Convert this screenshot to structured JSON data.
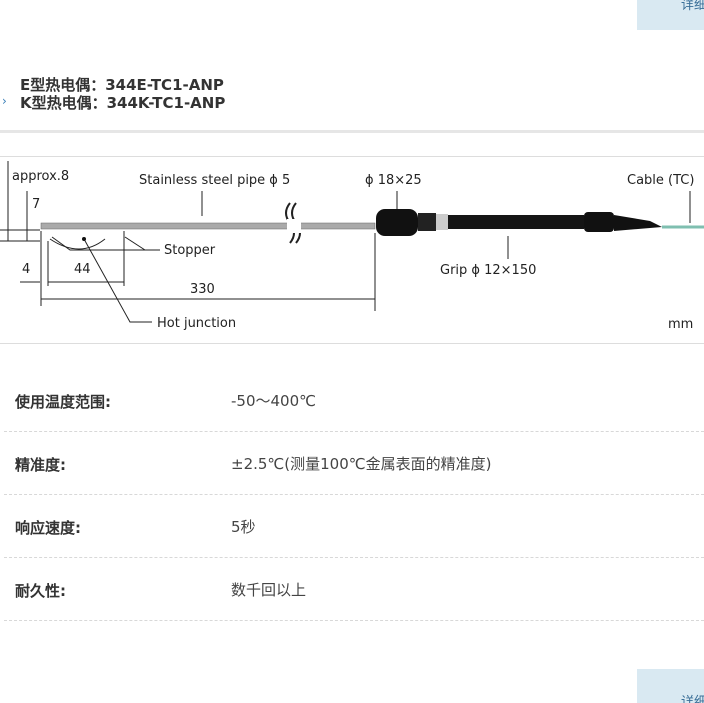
{
  "top_button": {
    "label": "详细"
  },
  "bottom_button": {
    "label": "详细"
  },
  "models": [
    "E型热电偶：344E-TC1-ANP",
    "K型热电偶：344K-TC1-ANP"
  ],
  "diagram": {
    "approx": "approx.8",
    "pipe": "Stainless steel pipe ϕ 5",
    "head": "ϕ 18×25",
    "cable": "Cable (TC)",
    "dim7": "7",
    "stopper": "Stopper",
    "grip": "Grip ϕ 12×150",
    "dim4": "4",
    "dim44": "44",
    "dim330": "330",
    "hot": "Hot junction",
    "unit": "mm",
    "cable_color": "#7fbfb0"
  },
  "specs": [
    {
      "label": "使用温度范围:",
      "value": "-50～400℃"
    },
    {
      "label": "精准度:",
      "value": "±2.5℃(测量100℃金属表面的精准度)"
    },
    {
      "label": "响应速度:",
      "value": "5秒"
    },
    {
      "label": "耐久性:",
      "value": "数千回以上"
    }
  ]
}
